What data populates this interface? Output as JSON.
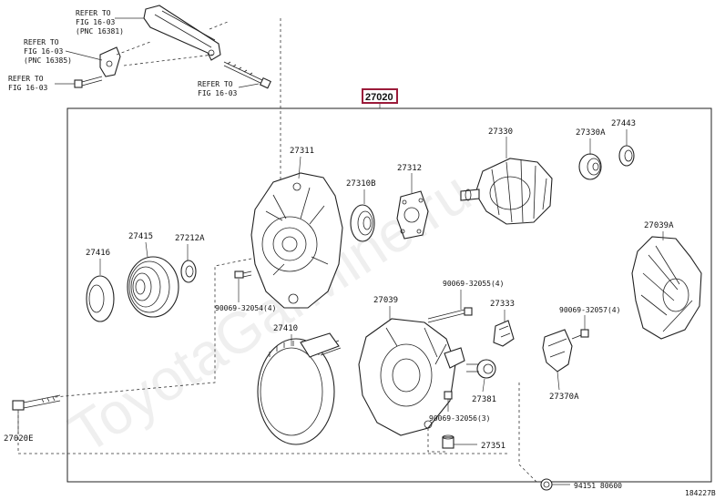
{
  "watermark": "ToyotaGarMine.ru",
  "main_assembly": {
    "part_no": "27020",
    "highlight_color": "#9b1b3a"
  },
  "refer_notes": {
    "a": [
      "REFER TO",
      "FIG 16-03",
      "(PNC 16381)"
    ],
    "b": [
      "REFER TO",
      "FIG 16-03",
      "(PNC 16385)"
    ],
    "c": [
      "REFER TO",
      "FIG 16-03"
    ],
    "d": [
      "REFER TO",
      "FIG 16-03"
    ]
  },
  "parts": {
    "p27311": "27311",
    "p27312": "27312",
    "p27310b": "27310B",
    "p27330": "27330",
    "p27330a": "27330A",
    "p27443": "27443",
    "p27039a": "27039A",
    "p27416": "27416",
    "p27415": "27415",
    "p27212a": "27212A",
    "p90069_32054": "90069-32054(4)",
    "p90069_32055": "90069-32055(4)",
    "p27333": "27333",
    "p90069_32057": "90069-32057(4)",
    "p27039": "27039",
    "p27410": "27410",
    "p27370a": "27370A",
    "p27381": "27381",
    "p90069_32056": "90069-32056(3)",
    "p27351": "27351",
    "p27020e": "27020E",
    "p94151": "94151 80600"
  },
  "diagram_code": "184227B"
}
